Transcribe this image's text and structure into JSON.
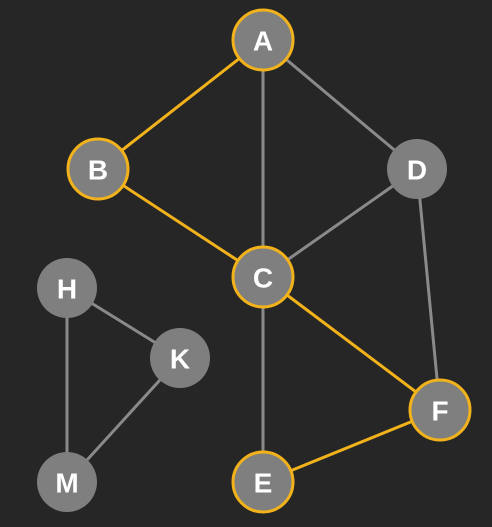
{
  "colors": {
    "background": "#262626",
    "node_fill": "#7f7f7f",
    "edge_default": "#8a8a8a",
    "highlight": "#f2b21b"
  },
  "nodes": [
    {
      "id": "A",
      "label": "A",
      "highlighted": true
    },
    {
      "id": "B",
      "label": "B",
      "highlighted": true
    },
    {
      "id": "C",
      "label": "C",
      "highlighted": true
    },
    {
      "id": "D",
      "label": "D",
      "highlighted": false
    },
    {
      "id": "E",
      "label": "E",
      "highlighted": true
    },
    {
      "id": "F",
      "label": "F",
      "highlighted": true
    },
    {
      "id": "H",
      "label": "H",
      "highlighted": false
    },
    {
      "id": "K",
      "label": "K",
      "highlighted": false
    },
    {
      "id": "M",
      "label": "M",
      "highlighted": false
    }
  ],
  "edges": [
    {
      "from": "A",
      "to": "B",
      "highlighted": true
    },
    {
      "from": "B",
      "to": "C",
      "highlighted": true
    },
    {
      "from": "C",
      "to": "F",
      "highlighted": true
    },
    {
      "from": "F",
      "to": "E",
      "highlighted": true
    },
    {
      "from": "A",
      "to": "C",
      "highlighted": false
    },
    {
      "from": "A",
      "to": "D",
      "highlighted": false
    },
    {
      "from": "D",
      "to": "C",
      "highlighted": false
    },
    {
      "from": "D",
      "to": "F",
      "highlighted": false
    },
    {
      "from": "C",
      "to": "E",
      "highlighted": false
    },
    {
      "from": "H",
      "to": "K",
      "highlighted": false
    },
    {
      "from": "H",
      "to": "M",
      "highlighted": false
    },
    {
      "from": "K",
      "to": "M",
      "highlighted": false
    }
  ]
}
